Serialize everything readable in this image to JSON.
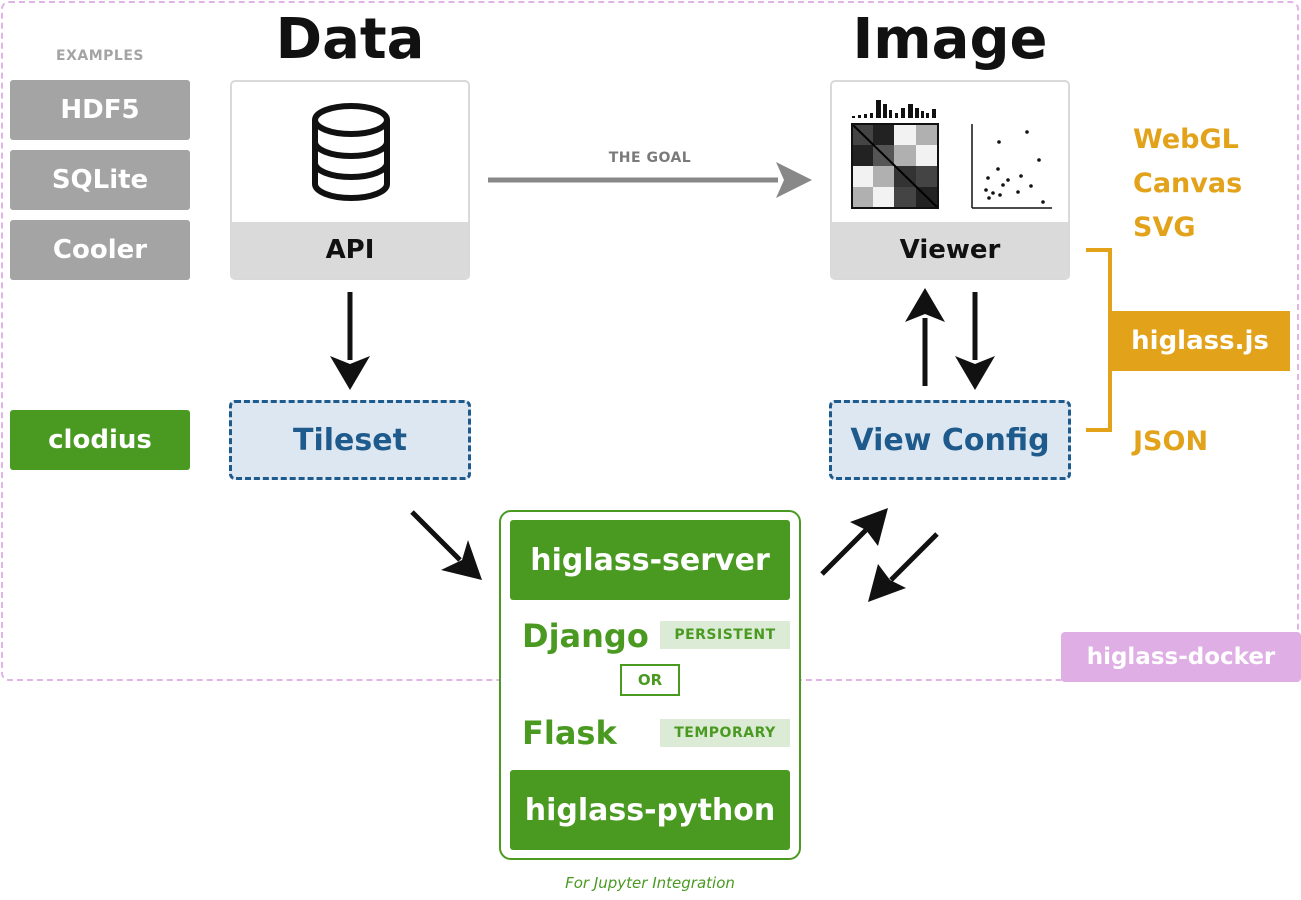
{
  "docker": {
    "label": "higlass-docker"
  },
  "examples": {
    "caption": "EXAMPLES",
    "items": [
      {
        "label": "HDF5"
      },
      {
        "label": "SQLite"
      },
      {
        "label": "Cooler"
      }
    ]
  },
  "data_column": {
    "title": "Data",
    "api_label": "API",
    "tileset_label": "Tileset",
    "clodius_label": "clodius"
  },
  "goal": {
    "label": "THE GOAL"
  },
  "image_column": {
    "title": "Image",
    "viewer_label": "Viewer",
    "view_config_label": "View Config"
  },
  "renderers": [
    "WebGL",
    "Canvas",
    "SVG"
  ],
  "higlassjs": {
    "label": "higlass.js"
  },
  "json_label": "JSON",
  "server": {
    "server_label": "higlass-server",
    "django_label": "Django",
    "persistent_tag": "PERSISTENT",
    "or_label": "OR",
    "flask_label": "Flask",
    "temporary_tag": "TEMPORARY",
    "python_label": "higlass-python",
    "footnote": "For Jupyter Integration"
  },
  "colors": {
    "green": "#4a9a22",
    "orange": "#e2a21a",
    "blue": "#1e5a8c",
    "gray": "#a4a4a4",
    "docker": "#deaee4"
  }
}
